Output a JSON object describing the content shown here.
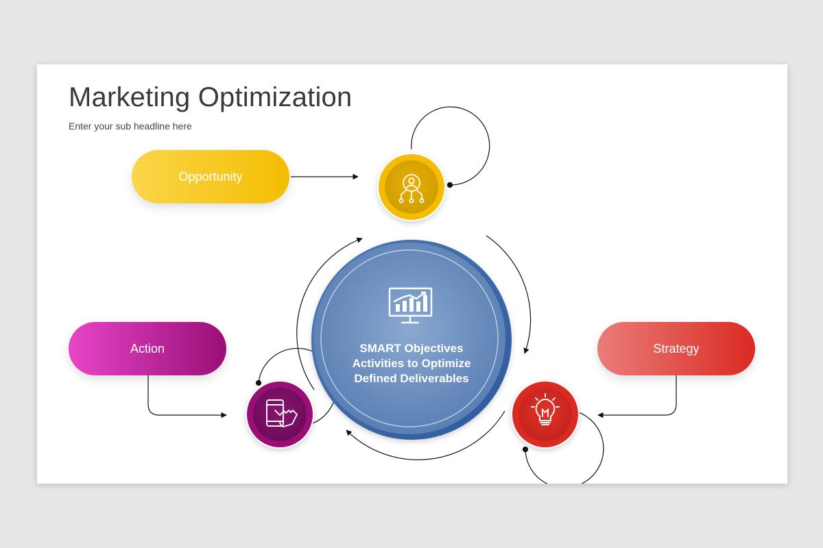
{
  "slide": {
    "title": "Marketing Optimization",
    "subtitle": "Enter your sub headline here"
  },
  "pills": {
    "opportunity": "Opportunity",
    "action": "Action",
    "strategy": "Strategy"
  },
  "center": {
    "line1": "SMART Objectives",
    "line2": "Activities to Optimize",
    "line3": "Defined Deliverables"
  },
  "colors": {
    "background": "#e8e7e8",
    "opportunity": "#f5bd02",
    "action": "#9a0f76",
    "strategy": "#da2a22",
    "center": "#5b82b8"
  },
  "icons": {
    "opportunity": "user-network-icon",
    "action": "touch-phone-icon",
    "strategy": "lightbulb-icon",
    "center": "growth-chart-monitor-icon"
  }
}
